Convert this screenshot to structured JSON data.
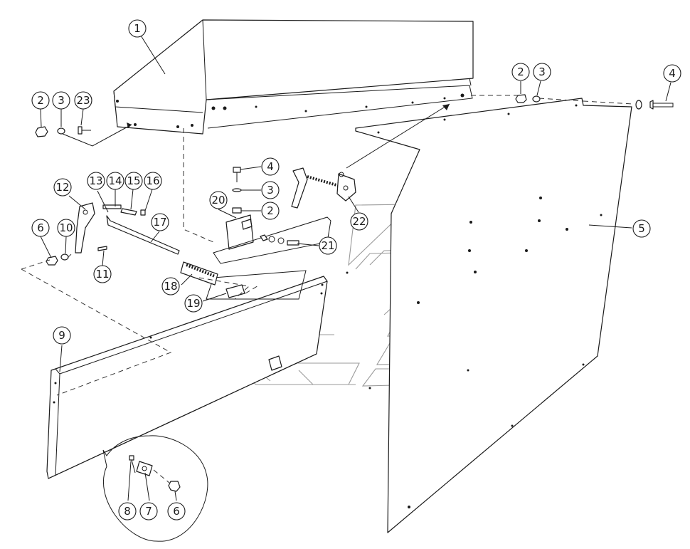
{
  "diagram": {
    "type": "exploded-assembly",
    "callouts": [
      {
        "id": "c1",
        "label": "1"
      },
      {
        "id": "c2a",
        "label": "2"
      },
      {
        "id": "c3a",
        "label": "3"
      },
      {
        "id": "c23",
        "label": "23"
      },
      {
        "id": "c2b",
        "label": "2"
      },
      {
        "id": "c3b",
        "label": "3"
      },
      {
        "id": "c4a",
        "label": "4"
      },
      {
        "id": "c4b",
        "label": "4"
      },
      {
        "id": "c3c",
        "label": "3"
      },
      {
        "id": "c2c",
        "label": "2"
      },
      {
        "id": "c20",
        "label": "20"
      },
      {
        "id": "c12",
        "label": "12"
      },
      {
        "id": "c13",
        "label": "13"
      },
      {
        "id": "c14",
        "label": "14"
      },
      {
        "id": "c15",
        "label": "15"
      },
      {
        "id": "c16",
        "label": "16"
      },
      {
        "id": "c17",
        "label": "17"
      },
      {
        "id": "c6a",
        "label": "6"
      },
      {
        "id": "c10",
        "label": "10"
      },
      {
        "id": "c11",
        "label": "11"
      },
      {
        "id": "c18",
        "label": "18"
      },
      {
        "id": "c19",
        "label": "19"
      },
      {
        "id": "c21",
        "label": "21"
      },
      {
        "id": "c22",
        "label": "22"
      },
      {
        "id": "c5",
        "label": "5"
      },
      {
        "id": "c9",
        "label": "9"
      },
      {
        "id": "c8",
        "label": "8"
      },
      {
        "id": "c7",
        "label": "7"
      },
      {
        "id": "c6b",
        "label": "6"
      }
    ]
  }
}
